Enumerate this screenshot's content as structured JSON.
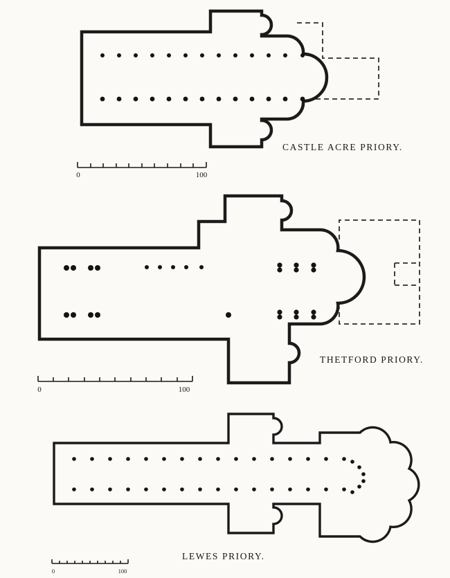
{
  "colors": {
    "paper": "#fbfaf6",
    "ink": "#1b1b1b"
  },
  "plans": [
    {
      "name": "Castle Acre Priory plan",
      "label": "CASTLE ACRE PRIORY.",
      "scale": {
        "start": "0",
        "end": "100"
      },
      "piers": [
        [
          148,
          80,
          3
        ],
        [
          172,
          80,
          3
        ],
        [
          196,
          80,
          3
        ],
        [
          220,
          80,
          3
        ],
        [
          244,
          80,
          3
        ],
        [
          268,
          80,
          3
        ],
        [
          292,
          80,
          3
        ],
        [
          316,
          80,
          3
        ],
        [
          340,
          80,
          3
        ],
        [
          364,
          80,
          3
        ],
        [
          388,
          80,
          3
        ],
        [
          412,
          80,
          3
        ],
        [
          437,
          80,
          3
        ],
        [
          148,
          143,
          3.4
        ],
        [
          172,
          143,
          3.4
        ],
        [
          196,
          143,
          3.4
        ],
        [
          220,
          143,
          3.4
        ],
        [
          244,
          143,
          3.4
        ],
        [
          268,
          143,
          3.4
        ],
        [
          292,
          143,
          3.4
        ],
        [
          316,
          143,
          3.4
        ],
        [
          340,
          143,
          3.4
        ],
        [
          364,
          143,
          3.4
        ],
        [
          388,
          143,
          3.4
        ],
        [
          412,
          143,
          3.4
        ],
        [
          437,
          143,
          3.4
        ]
      ]
    },
    {
      "name": "Thetford Priory plan",
      "label": "THETFORD PRIORY.",
      "scale": {
        "start": "0",
        "end": "100"
      },
      "piers": [
        [
          96,
          387,
          4
        ],
        [
          106,
          387,
          4
        ],
        [
          131,
          387,
          4
        ],
        [
          141,
          387,
          4
        ],
        [
          212,
          386,
          3
        ],
        [
          231,
          386,
          3
        ],
        [
          250,
          386,
          3
        ],
        [
          269,
          386,
          3
        ],
        [
          291,
          386,
          3
        ],
        [
          404,
          383,
          3.6
        ],
        [
          404,
          390,
          3.6
        ],
        [
          428,
          383,
          3.6
        ],
        [
          428,
          390,
          3.6
        ],
        [
          453,
          383,
          3.6
        ],
        [
          453,
          390,
          3.6
        ],
        [
          96,
          455,
          4
        ],
        [
          106,
          455,
          4
        ],
        [
          131,
          455,
          4
        ],
        [
          141,
          455,
          4
        ],
        [
          330,
          455,
          4
        ],
        [
          404,
          451,
          3.6
        ],
        [
          404,
          458,
          3.6
        ],
        [
          428,
          451,
          3.6
        ],
        [
          428,
          458,
          3.6
        ],
        [
          453,
          451,
          3.6
        ],
        [
          453,
          458,
          3.6
        ]
      ]
    },
    {
      "name": "Lewes Priory plan",
      "label": "LEWES PRIORY.",
      "scale": {
        "start": "0",
        "end": "100"
      },
      "piers": [
        [
          107,
          663,
          2.8
        ],
        [
          133,
          663,
          2.8
        ],
        [
          159,
          663,
          2.8
        ],
        [
          185,
          663,
          2.8
        ],
        [
          211,
          663,
          2.8
        ],
        [
          237,
          663,
          2.8
        ],
        [
          263,
          663,
          2.8
        ],
        [
          289,
          663,
          2.8
        ],
        [
          315,
          663,
          2.8
        ],
        [
          341,
          663,
          2.8
        ],
        [
          367,
          663,
          2.8
        ],
        [
          393,
          663,
          2.8
        ],
        [
          419,
          663,
          2.8
        ],
        [
          445,
          663,
          2.8
        ],
        [
          471,
          663,
          2.8
        ],
        [
          497,
          663,
          2.8
        ],
        [
          107,
          707,
          2.8
        ],
        [
          133,
          707,
          2.8
        ],
        [
          159,
          707,
          2.8
        ],
        [
          185,
          707,
          2.8
        ],
        [
          211,
          707,
          2.8
        ],
        [
          237,
          707,
          2.8
        ],
        [
          263,
          707,
          2.8
        ],
        [
          289,
          707,
          2.8
        ],
        [
          315,
          707,
          2.8
        ],
        [
          341,
          707,
          2.8
        ],
        [
          367,
          707,
          2.8
        ],
        [
          393,
          707,
          2.8
        ],
        [
          419,
          707,
          2.8
        ],
        [
          445,
          707,
          2.8
        ],
        [
          471,
          707,
          2.8
        ],
        [
          497,
          707,
          2.8
        ],
        [
          509,
          667,
          2.8
        ],
        [
          519,
          675,
          2.8
        ],
        [
          525,
          685,
          2.8
        ],
        [
          525,
          695,
          2.8
        ],
        [
          519,
          703,
          2.8
        ],
        [
          509,
          711,
          2.8
        ]
      ]
    }
  ]
}
